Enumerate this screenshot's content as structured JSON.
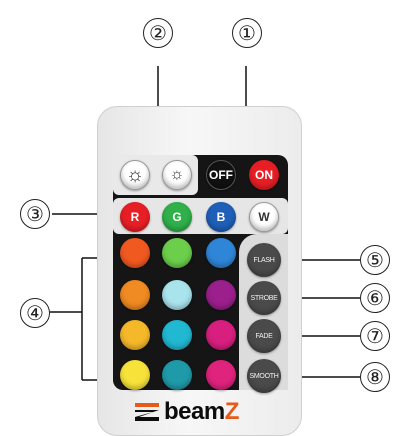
{
  "callouts": [
    "①",
    "②",
    "③",
    "④",
    "⑤",
    "⑥",
    "⑦",
    "⑧"
  ],
  "buttons": {
    "brightness_up_icon": "☼",
    "brightness_down_icon": "☼",
    "off": "OFF",
    "on": "ON",
    "r": "R",
    "g": "G",
    "b": "B",
    "w": "W",
    "flash": "FLASH",
    "strobe": "STROBE",
    "fade": "FADE",
    "smooth": "SMOOTH"
  },
  "color_grid": [
    "#f05a20",
    "#6ccf4b",
    "#2f86d8",
    "#f08a22",
    "#a9e3ec",
    "#9b1f8c",
    "#f5b829",
    "#21b8d2",
    "#d81f7f",
    "#f7e23a",
    "#1f9aa9",
    "#e0237d"
  ],
  "colors": {
    "on": "#e81e25",
    "off": "#111111",
    "r": "#e81e25",
    "g": "#2fb04a",
    "b": "#1f5fb8",
    "w": "#ffffff",
    "brand_accent": "#e85a1a"
  },
  "logo": {
    "prefix": "beam",
    "suffix": "Z"
  }
}
